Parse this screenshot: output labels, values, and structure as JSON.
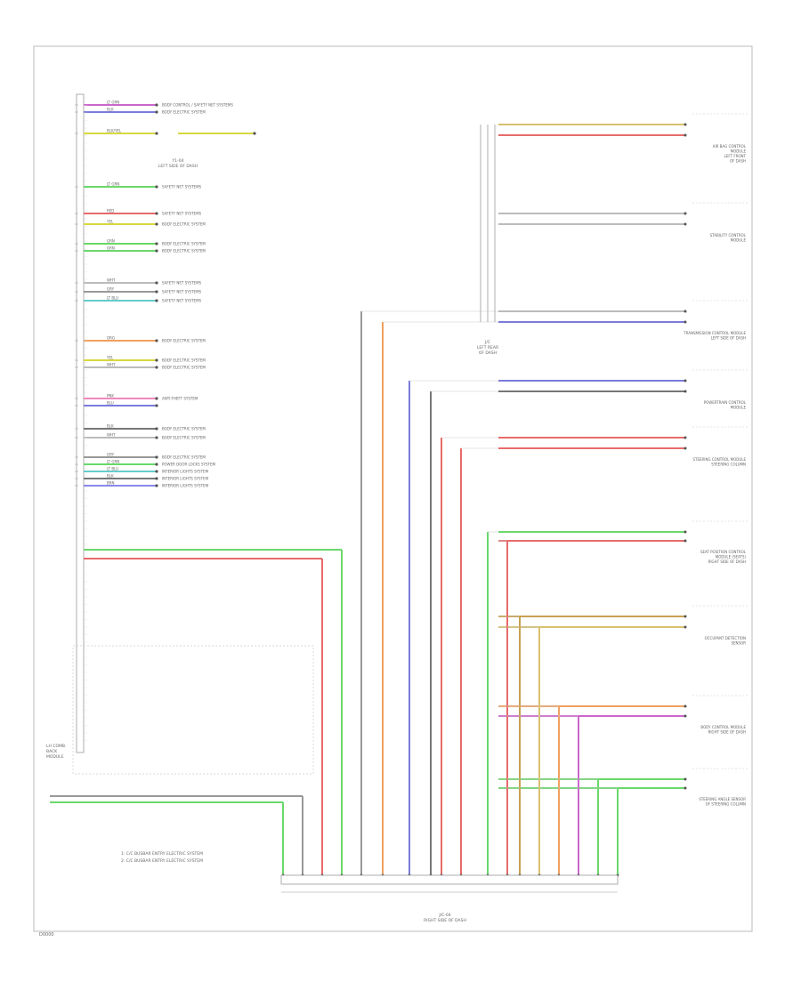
{
  "diagram": {
    "left_connector_caption": [
      "LH COMB.",
      "BACK",
      "MODULE"
    ],
    "left_grid_caption": [
      "Y1-04",
      "LEFT SIDE OF DASH"
    ],
    "right_connector_caption": [
      "J/C",
      "LEFT REAR",
      "OF DASH"
    ],
    "bottom_connector_caption": [
      "J/C-04",
      "RIGHT SIDE OF DASH"
    ],
    "bottom_note_1": "1: C/C BUSBAR ENTRY ELECTRIC SYSTEM",
    "bottom_note_2": "2: C/C BUSBAR ENTRY ELECTRIC SYSTEM",
    "page_footer": "D0000",
    "left_rows": [
      {
        "wire_label": "LT GRN",
        "color": "#cc66cc",
        "dest": "BODY CONTROL / SAFETY NET SYSTEMS"
      },
      {
        "wire_label": "BLK",
        "color": "#7b7bdc",
        "dest": "BODY ELECTRIC SYSTEM"
      },
      {
        "wire_label": "BLK/YEL",
        "color": "#d8d840",
        "dest": ""
      },
      {
        "wire_label": "LT GRN",
        "color": "#6ad86a",
        "dest": "SAFETY NET SYSTEMS"
      },
      {
        "wire_label": "RED",
        "color": "#e86a6a",
        "dest": "SAFETY NET SYSTEMS"
      },
      {
        "wire_label": "YEL",
        "color": "#d8d840",
        "dest": "BODY ELECTRIC SYSTEM"
      },
      {
        "wire_label": "GRN",
        "color": "#6ad86a",
        "dest": "BODY ELECTRIC SYSTEM"
      },
      {
        "wire_label": "GRN",
        "color": "#6ad86a",
        "dest": "BODY ELECTRIC SYSTEM"
      },
      {
        "wire_label": "WHT",
        "color": "#bbbbbb",
        "dest": "SAFETY NET SYSTEMS"
      },
      {
        "wire_label": "GRY",
        "color": "#999999",
        "dest": "SAFETY NET SYSTEMS"
      },
      {
        "wire_label": "LT BLU",
        "color": "#66cccc",
        "dest": "SAFETY NET SYSTEMS"
      },
      {
        "wire_label": "ORG",
        "color": "#f0a060",
        "dest": "BODY ELECTRIC SYSTEM"
      },
      {
        "wire_label": "YEL",
        "color": "#d8d840",
        "dest": "BODY ELECTRIC SYSTEM"
      },
      {
        "wire_label": "WHT",
        "color": "#bbbbbb",
        "dest": "BODY ELECTRIC SYSTEM"
      },
      {
        "wire_label": "PNK",
        "color": "#ee88bb",
        "dest": "ANTI-THEFT SYSTEM"
      },
      {
        "wire_label": "BLU",
        "color": "#7b7bdc",
        "dest": ""
      },
      {
        "wire_label": "BLK",
        "color": "#777777",
        "dest": "BODY ELECTRIC SYSTEM"
      },
      {
        "wire_label": "WHT",
        "color": "#bbbbbb",
        "dest": "BODY ELECTRIC SYSTEM"
      },
      {
        "wire_label": "GRY",
        "color": "#999999",
        "dest": "BODY ELECTRIC SYSTEM"
      },
      {
        "wire_label": "LT GRN",
        "color": "#6ad86a",
        "dest": "POWER DOOR LOCKS SYSTEM"
      },
      {
        "wire_label": "LT BLU",
        "color": "#66cccc",
        "dest": "INTERIOR LIGHTS SYSTEM"
      },
      {
        "wire_label": "BLK",
        "color": "#777777",
        "dest": "INTERIOR LIGHTS SYSTEM"
      },
      {
        "wire_label": "BRN",
        "color": "#8888ee",
        "dest": "INTERIOR LIGHTS SYSTEM"
      }
    ],
    "right_components": [
      {
        "name": [
          "AIR BAG CONTROL",
          "MODULE",
          "LEFT FRONT",
          "OF DASH"
        ]
      },
      {
        "name": [
          "STABILITY CONTROL",
          "MODULE"
        ]
      },
      {
        "name": [
          "TRANSMISSION CONTROL MODULE",
          "LEFT SIDE OF DASH"
        ]
      },
      {
        "name": [
          "POWERTRAIN CONTROL",
          "MODULE"
        ]
      },
      {
        "name": [
          "STEERING CONTROL MODULE",
          "STEERING COLUMN"
        ]
      },
      {
        "name": [
          "SEAT POSITION CONTROL",
          "MODULE (SEATS)",
          "RIGHT SIDE OF DASH"
        ]
      },
      {
        "name": [
          "OCCUPANT DETECTION",
          "SENSOR"
        ]
      },
      {
        "name": [
          "BODY CONTROL MODULE",
          "RIGHT SIDE OF DASH"
        ]
      },
      {
        "name": [
          "STEERING ANGLE SENSOR",
          "OF STEERING COLUMN"
        ]
      }
    ]
  }
}
